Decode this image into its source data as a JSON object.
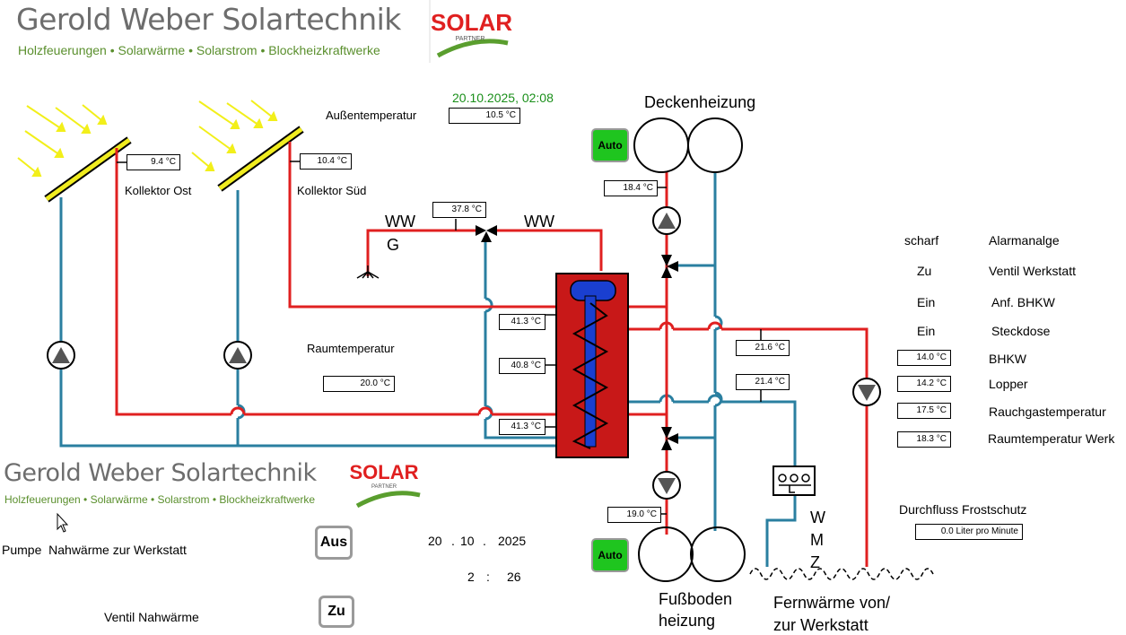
{
  "header": {
    "company": "Gerold Weber Solartechnik",
    "tagline": "Holzfeuerungen • Solarwärme • Solarstrom • Blockheizkraftwerke",
    "logo_text": "SOLAR",
    "logo_sub": "PARTNER"
  },
  "datetime": "20.10.2025, 02:08",
  "outside": {
    "label": "Außentemperatur",
    "value": "10.5 °C"
  },
  "collectors": [
    {
      "label": "Kollektor Ost",
      "value": "9.4 °C"
    },
    {
      "label": "Kollektor Süd",
      "value": "10.4 °C"
    }
  ],
  "room": {
    "label": "Raumtemperatur",
    "value": "20.0 °C"
  },
  "ww": {
    "label_left": "WW",
    "label_left2": "G",
    "label_right": "WW",
    "mix_value": "37.8 °C"
  },
  "tank": {
    "top": "41.3 °C",
    "mid": "40.8 °C",
    "bottom": "41.3 °C"
  },
  "ceiling": {
    "title": "Deckenheizung",
    "auto": "Auto",
    "value": "18.4 °C"
  },
  "floor": {
    "title_1": "Fußboden",
    "title_2": "heizung",
    "auto": "Auto",
    "value": "19.0 °C"
  },
  "line_temps": {
    "upper": "21.6 °C",
    "lower": "21.4 °C"
  },
  "wmz": {
    "w": "W",
    "m": "M",
    "z": "Z"
  },
  "district": {
    "line1": "Fernwärme von/",
    "line2": "zur Werkstatt"
  },
  "status": [
    {
      "state": "scharf",
      "label": "Alarmanalge"
    },
    {
      "state": "Zu",
      "label": "Ventil Werkstatt"
    },
    {
      "state": "Ein",
      "label": "Anf. BHKW"
    },
    {
      "state": "Ein",
      "label": "Steckdose"
    }
  ],
  "temps": [
    {
      "value": "14.0 °C",
      "label": "BHKW"
    },
    {
      "value": "14.2 °C",
      "label": "Lopper"
    },
    {
      "value": "17.5 °C",
      "label": "Rauchgastemperatur"
    },
    {
      "value": "18.3 °C",
      "label": "Raumtemperatur Werk"
    }
  ],
  "flow": {
    "label": "Durchfluss Frostschutz",
    "value": "0.0 Liter pro Minute"
  },
  "panel": {
    "pump_label": "Pumpe  Nahwärme zur Werkstatt",
    "pump_button": "Aus",
    "valve_label": "Ventil Nahwärme",
    "valve_button": "Zu",
    "date_d": "20",
    "date_m": "10",
    "date_y": "2025",
    "sep": ".",
    "time_h": "2",
    "time_m": "26",
    "time_sep": ":"
  },
  "colors": {
    "hot": "#e02020",
    "cold": "#2a7fa0",
    "tank": "#c81818",
    "coil": "#1a3fd0",
    "green": "#1fc51f",
    "yellow": "#f0ec20"
  }
}
